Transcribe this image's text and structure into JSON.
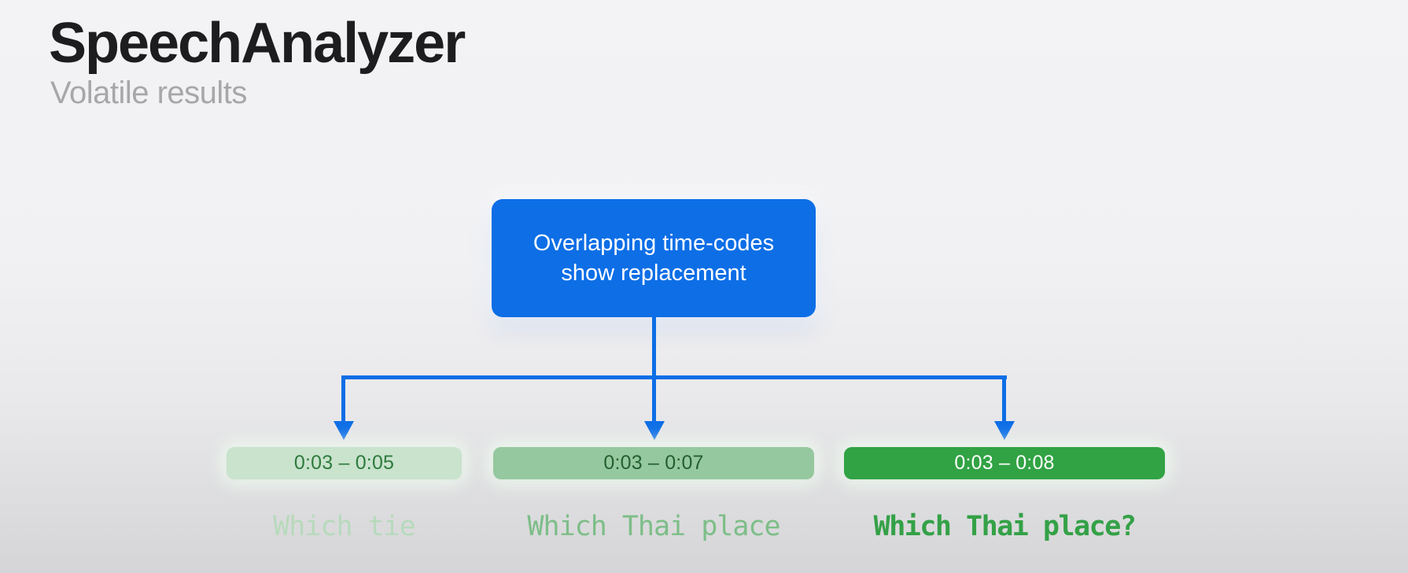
{
  "header": {
    "title": "SpeechAnalyzer",
    "subtitle": "Volatile results"
  },
  "callout": {
    "line1": "Overlapping time-codes",
    "line2": "show replacement"
  },
  "results": [
    {
      "timecode": "0:03 – 0:05",
      "transcript": "Which tie",
      "box_bg": "#c9e3cd",
      "timecode_color": "#2e7b3c",
      "transcript_color": "#b7dabc"
    },
    {
      "timecode": "0:03 – 0:07",
      "transcript": "Which Thai place",
      "box_bg": "#95c89e",
      "timecode_color": "#245f2f",
      "transcript_color": "#7dbe88"
    },
    {
      "timecode": "0:03 – 0:08",
      "transcript": "Which Thai place?",
      "box_bg": "#31a344",
      "timecode_color": "#ffffff",
      "transcript_color": "#34a147"
    }
  ],
  "colors": {
    "accent_blue": "#0d6ee6",
    "title_color": "#1d1d1f",
    "subtitle_color": "#a7a7aa"
  }
}
